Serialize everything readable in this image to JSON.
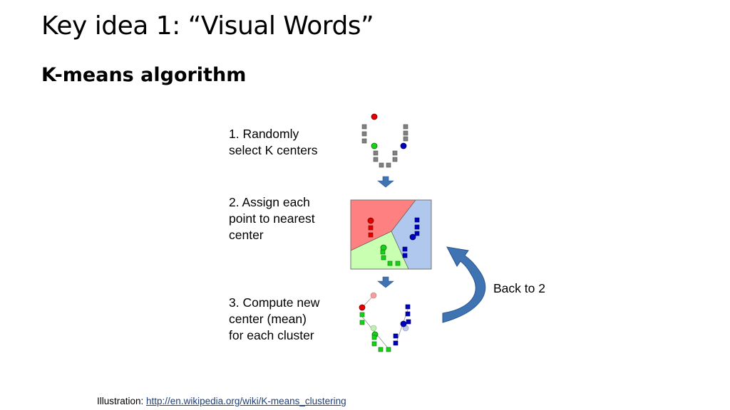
{
  "slide": {
    "title": "Key idea 1: “Visual Words”",
    "subtitle": "K-means algorithm"
  },
  "steps": [
    {
      "text_line1": "1. Randomly",
      "text_line2": "select K centers"
    },
    {
      "text_line1": "2. Assign each",
      "text_line2": "point to nearest",
      "text_line3": "center"
    },
    {
      "text_line1": "3. Compute new",
      "text_line2": "center (mean)",
      "text_line3": "for each cluster"
    }
  ],
  "loop_label": "Back to 2",
  "footer": {
    "prefix": "Illustration: ",
    "link_text": "http://en.wikipedia.org/wiki/K-means_clustering"
  },
  "colors": {
    "red": "#e00000",
    "green": "#19d019",
    "blue": "#0000c0",
    "gray": "#808080",
    "region_red": "#ff8080",
    "region_green": "#c8ffb0",
    "region_blue": "#b0c8ee",
    "arrow": "#3f73b2"
  }
}
